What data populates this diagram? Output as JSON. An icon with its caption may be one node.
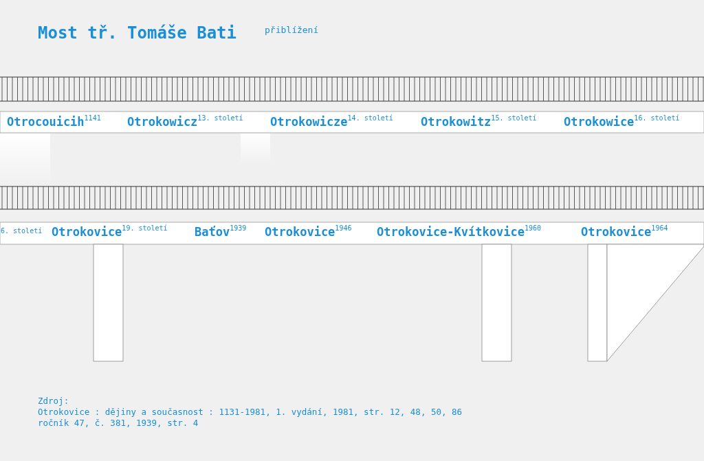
{
  "diagram": {
    "title": "Most tř. Tomáše Bati",
    "labels": [
      "přiblížení",
      "Otrocouicih$^{1141}$",
      "Otrokowicz$^{13. století}$",
      "Otrokowicze$^{14. století}$",
      "Otrokowitz$^{15. století}$",
      "Otrokowice$^{16. století}$",
      "6. století",
      "Otrokovice$^{19. století}$",
      "Baťov$^{1939}$",
      "Otrokovice$^{1946}$",
      "Otrokovice-Kvítkovice$^{1960}$",
      "Otrokovice$^{1964}$",
      "Zdroj:",
      "Otrokovice : dějiny a současnost : 1131-1981, 1. vydání, 1981, str. 12, 48, 50, 86",
      "ročník 47, č. 381, 1939, str. 4"
    ]
  }
}
